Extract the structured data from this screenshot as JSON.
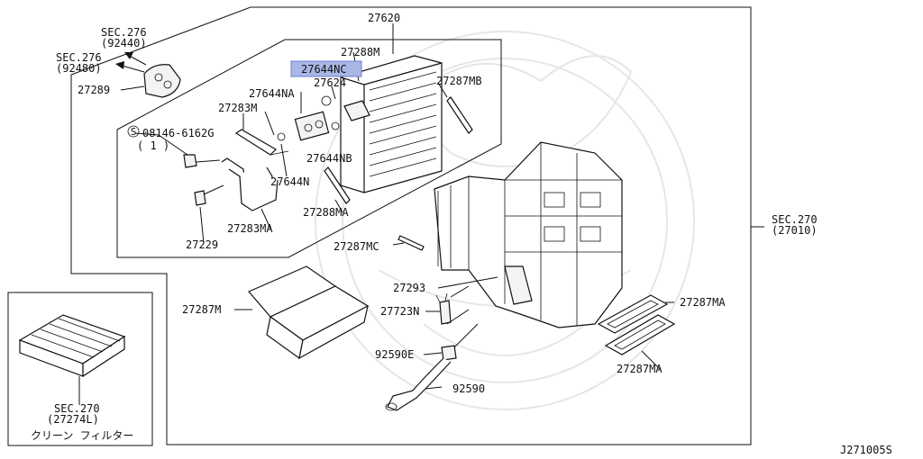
{
  "labels": {
    "sec276_92440_a": "SEC.276",
    "sec276_92440_b": "(92440)",
    "sec276_92480_a": "SEC.276",
    "sec276_92480_b": "(92480)",
    "p27289": "27289",
    "p27620": "27620",
    "p27288M": "27288M",
    "p27644NC": "27644NC",
    "p27624": "27624",
    "p27287MB": "27287MB",
    "p27644NA": "27644NA",
    "p27283M": "27283M",
    "p08146": "08146-6162G",
    "p08146_qty": "( 1 )",
    "p27644NB": "27644NB",
    "p27644N": "27644N",
    "p27288MA": "27288MA",
    "p27283MA": "27283MA",
    "p27229": "27229",
    "p27287MC": "27287MC",
    "sec270_27010_a": "SEC.270",
    "sec270_27010_b": "(27010)",
    "p27293": "27293",
    "p27287M": "27287M",
    "p27723N": "27723N",
    "p27287MA_1": "27287MA",
    "p92590E": "92590E",
    "p92590": "92590",
    "p27287MA_2": "27287MA",
    "sec270_27274L_a": "SEC.270",
    "sec270_27274L_b": "(27274L)",
    "filter_caption": "クリーン フィルター",
    "diagram_code": "J271005S",
    "screw_symbol": "S"
  },
  "highlight": {
    "label": "27644NC",
    "color": "#a9b7e6"
  }
}
